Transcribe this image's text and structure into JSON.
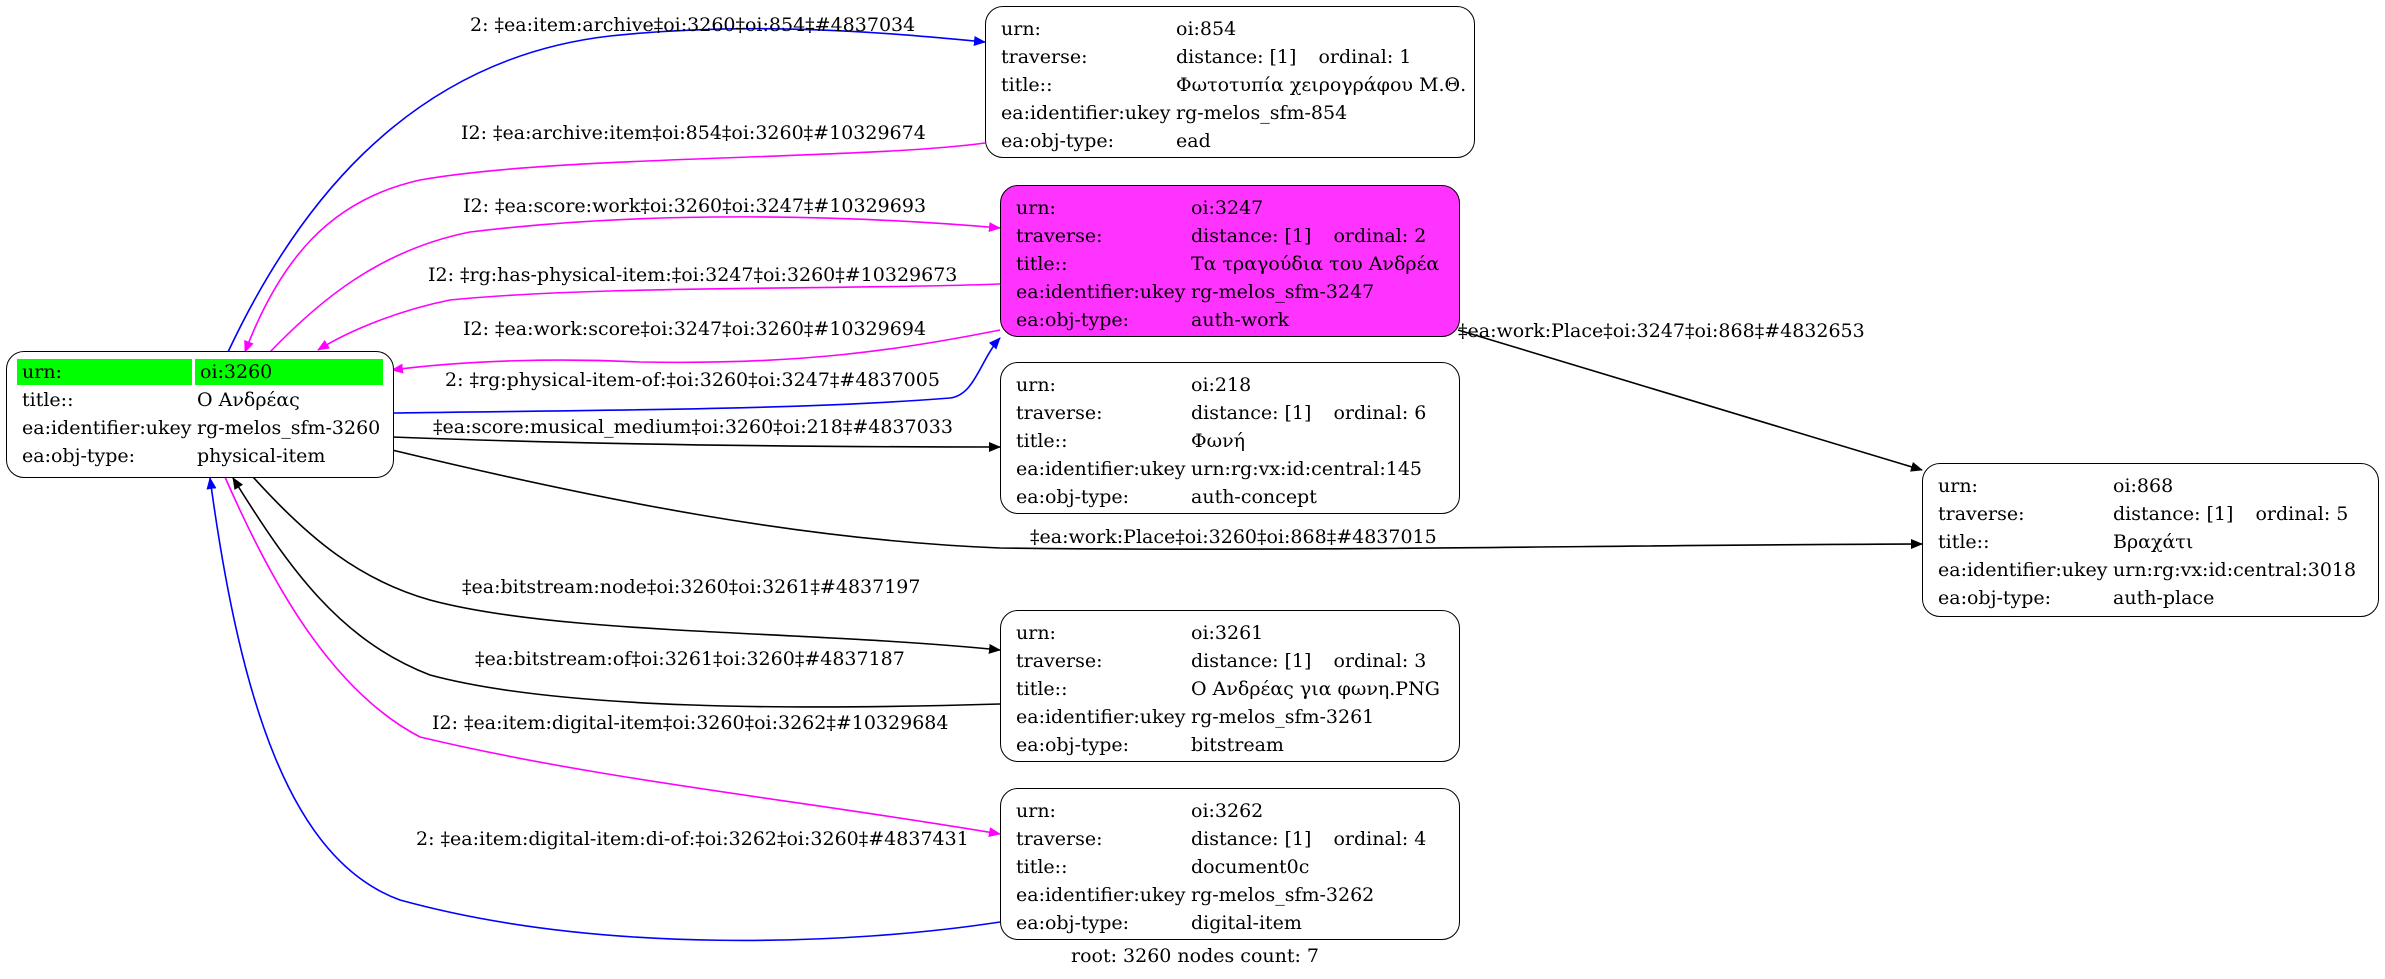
{
  "graph": {
    "colors": {
      "blue": "#0000ff",
      "magenta": "#ff00ff",
      "black": "#000000",
      "root_highlight": "#00ff00",
      "node_highlight": "#ff33ff"
    },
    "nodes": {
      "n3260": {
        "rows": [
          {
            "k": "urn:",
            "v": "oi:3260"
          },
          {
            "k": "title::",
            "v": "Ο Ανδρέας"
          },
          {
            "k": "ea:identifier:ukey",
            "v": "rg-melos_sfm-3260"
          },
          {
            "k": "ea:obj-type:",
            "v": "physical-item"
          }
        ]
      },
      "n854": {
        "rows": [
          {
            "k": "urn:",
            "v": "oi:854"
          },
          {
            "k": "traverse:",
            "v": "distance: [1]",
            "o": "ordinal: 1"
          },
          {
            "k": "title::",
            "v": "Φωτοτυπία χειρογράφου Μ.Θ."
          },
          {
            "k": "ea:identifier:ukey",
            "v": "rg-melos_sfm-854"
          },
          {
            "k": "ea:obj-type:",
            "v": "ead"
          }
        ]
      },
      "n3247": {
        "rows": [
          {
            "k": "urn:",
            "v": "oi:3247"
          },
          {
            "k": "traverse:",
            "v": "distance: [1]",
            "o": "ordinal: 2"
          },
          {
            "k": "title::",
            "v": "Τα τραγούδια του Ανδρέα"
          },
          {
            "k": "ea:identifier:ukey",
            "v": "rg-melos_sfm-3247"
          },
          {
            "k": "ea:obj-type:",
            "v": "auth-work"
          }
        ]
      },
      "n218": {
        "rows": [
          {
            "k": "urn:",
            "v": "oi:218"
          },
          {
            "k": "traverse:",
            "v": "distance: [1]",
            "o": "ordinal: 6"
          },
          {
            "k": "title::",
            "v": "Φωνή"
          },
          {
            "k": "ea:identifier:ukey",
            "v": "urn:rg:vx:id:central:145"
          },
          {
            "k": "ea:obj-type:",
            "v": "auth-concept"
          }
        ]
      },
      "n3261": {
        "rows": [
          {
            "k": "urn:",
            "v": "oi:3261"
          },
          {
            "k": "traverse:",
            "v": "distance: [1]",
            "o": "ordinal: 3"
          },
          {
            "k": "title::",
            "v": "Ο Ανδρέας για φωνη.PNG"
          },
          {
            "k": "ea:identifier:ukey",
            "v": "rg-melos_sfm-3261"
          },
          {
            "k": "ea:obj-type:",
            "v": "bitstream"
          }
        ]
      },
      "n3262": {
        "rows": [
          {
            "k": "urn:",
            "v": "oi:3262"
          },
          {
            "k": "traverse:",
            "v": "distance: [1]",
            "o": "ordinal: 4"
          },
          {
            "k": "title::",
            "v": "document0c"
          },
          {
            "k": "ea:identifier:ukey",
            "v": "rg-melos_sfm-3262"
          },
          {
            "k": "ea:obj-type:",
            "v": "digital-item"
          }
        ]
      },
      "n868": {
        "rows": [
          {
            "k": "urn:",
            "v": "oi:868"
          },
          {
            "k": "traverse:",
            "v": "distance: [1]",
            "o": "ordinal: 5"
          },
          {
            "k": "title::",
            "v": "Βραχάτι"
          },
          {
            "k": "ea:identifier:ukey",
            "v": "urn:rg:vx:id:central:3018"
          },
          {
            "k": "ea:obj-type:",
            "v": "auth-place"
          }
        ]
      }
    },
    "edges": [
      {
        "label": "2: ‡ea:item:archive‡oi:3260‡oi:854‡#4837034",
        "from": "oi:3260",
        "to": "oi:854",
        "color": "blue"
      },
      {
        "label": "I2: ‡ea:archive:item‡oi:854‡oi:3260‡#10329674",
        "from": "oi:854",
        "to": "oi:3260",
        "color": "magenta"
      },
      {
        "label": "I2: ‡ea:score:work‡oi:3260‡oi:3247‡#10329693",
        "from": "oi:3260",
        "to": "oi:3247",
        "color": "magenta"
      },
      {
        "label": "I2: ‡rg:has-physical-item:‡oi:3247‡oi:3260‡#10329673",
        "from": "oi:3247",
        "to": "oi:3260",
        "color": "magenta"
      },
      {
        "label": "I2: ‡ea:work:score‡oi:3247‡oi:3260‡#10329694",
        "from": "oi:3247",
        "to": "oi:3260",
        "color": "magenta"
      },
      {
        "label": "2: ‡rg:physical-item-of:‡oi:3260‡oi:3247‡#4837005",
        "from": "oi:3260",
        "to": "oi:3247",
        "color": "blue"
      },
      {
        "label": "‡ea:score:musical_medium‡oi:3260‡oi:218‡#4837033",
        "from": "oi:3260",
        "to": "oi:218",
        "color": "black"
      },
      {
        "label": "‡ea:work:Place‡oi:3247‡oi:868‡#4832653",
        "from": "oi:3247",
        "to": "oi:868",
        "color": "black"
      },
      {
        "label": "‡ea:work:Place‡oi:3260‡oi:868‡#4837015",
        "from": "oi:3260",
        "to": "oi:868",
        "color": "black"
      },
      {
        "label": "‡ea:bitstream:node‡oi:3260‡oi:3261‡#4837197",
        "from": "oi:3260",
        "to": "oi:3261",
        "color": "black"
      },
      {
        "label": "‡ea:bitstream:of‡oi:3261‡oi:3260‡#4837187",
        "from": "oi:3261",
        "to": "oi:3260",
        "color": "black"
      },
      {
        "label": "I2: ‡ea:item:digital-item‡oi:3260‡oi:3262‡#10329684",
        "from": "oi:3260",
        "to": "oi:3262",
        "color": "magenta"
      },
      {
        "label": "2: ‡ea:item:digital-item:di-of:‡oi:3262‡oi:3260‡#4837431",
        "from": "oi:3262",
        "to": "oi:3260",
        "color": "blue"
      }
    ],
    "footer": "root: 3260 nodes count: 7"
  }
}
